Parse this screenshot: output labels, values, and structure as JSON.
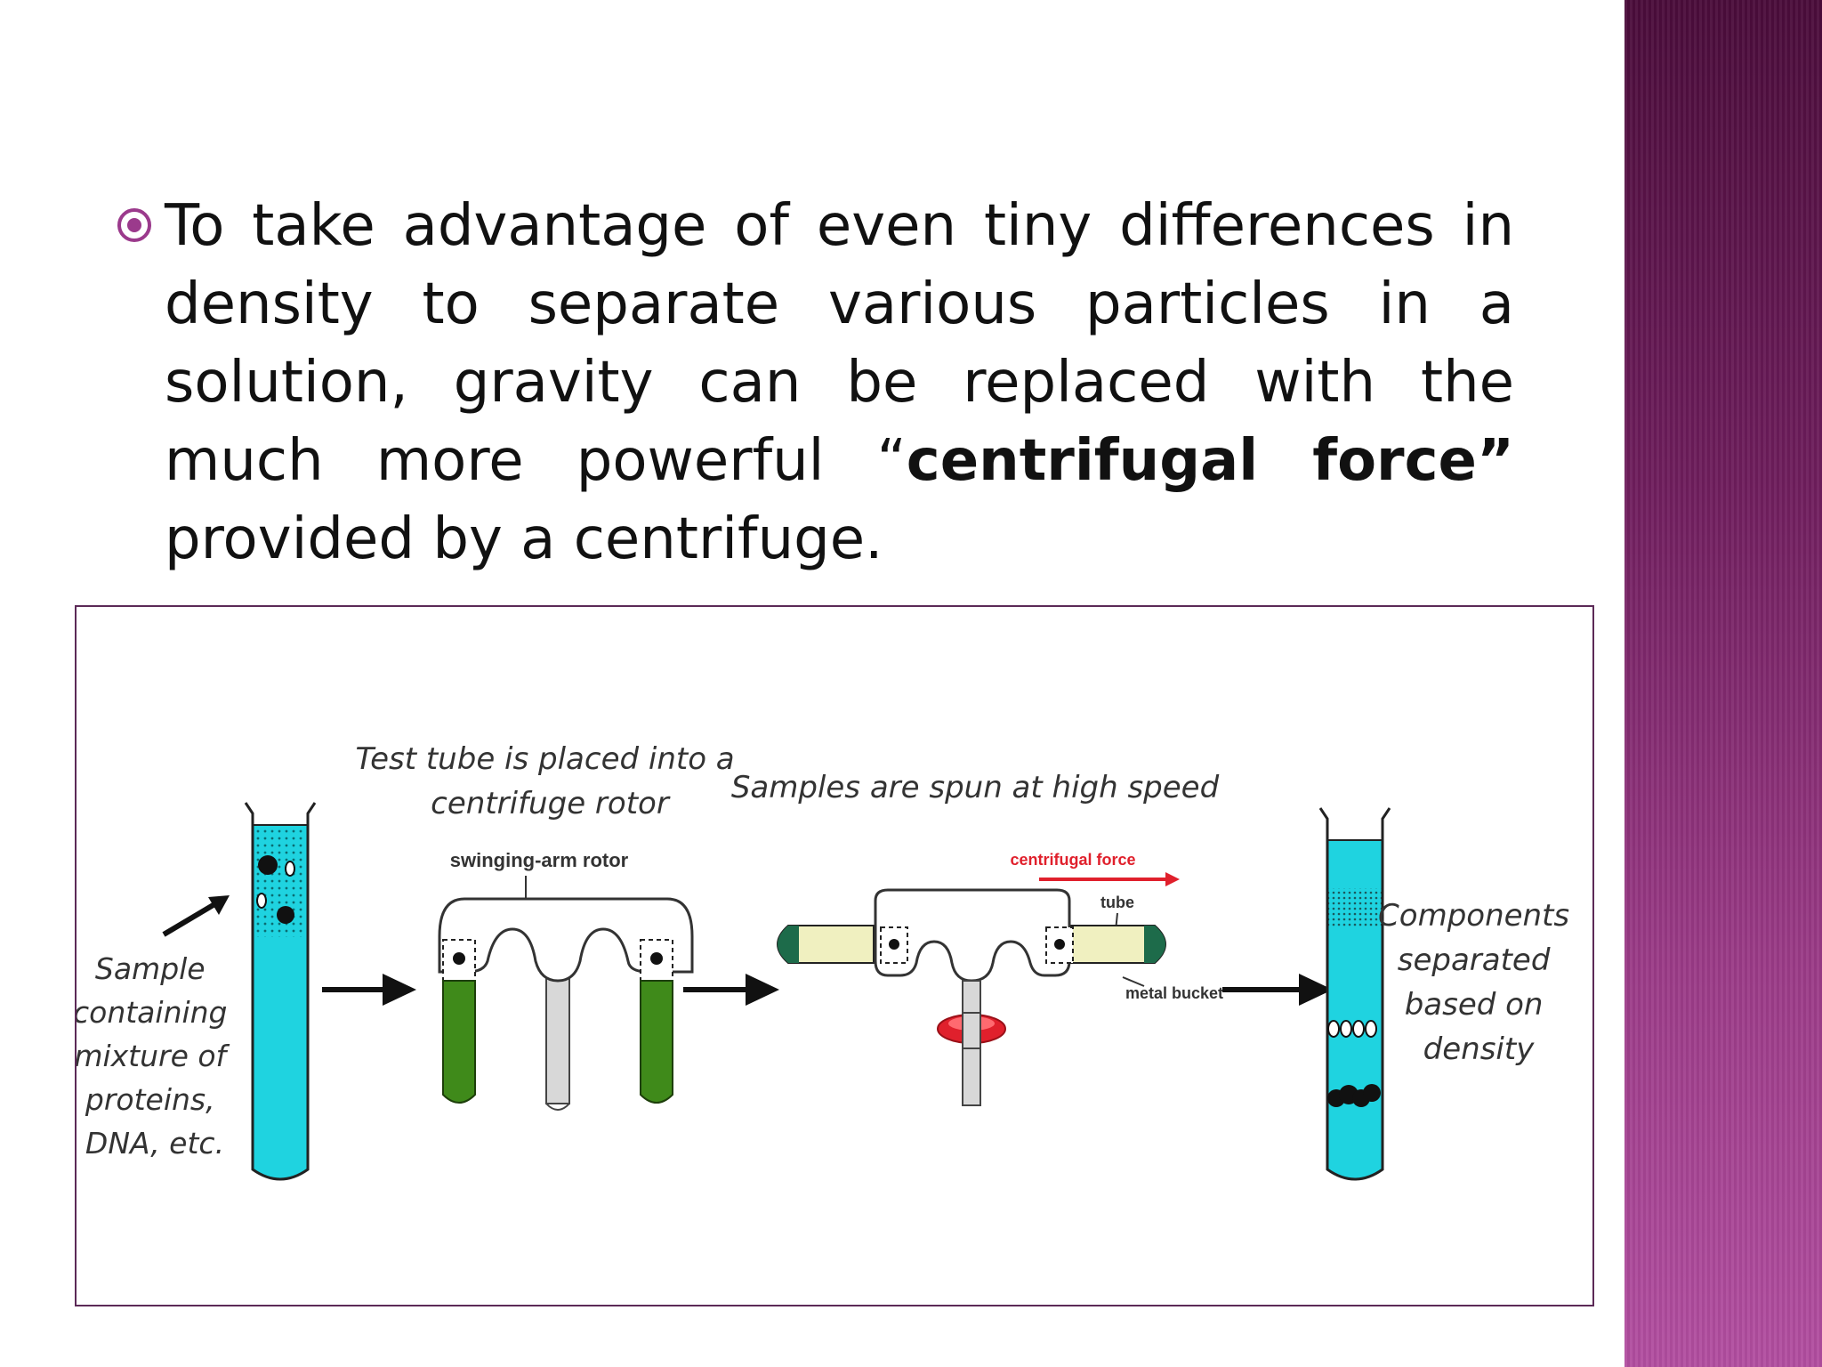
{
  "bullet": {
    "text_part1": "To take advantage of even tiny differences in density to separate various particles in a solution, gravity can be replaced with the much more powerful “",
    "text_bold": "centrifugal force”",
    "text_part2": " provided by a centrifuge."
  },
  "diagram": {
    "sample_label": [
      "Sample",
      "containing",
      "mixture of",
      "proteins,",
      "DNA, etc."
    ],
    "test_tube_label": [
      "Test tube is placed into a",
      "centrifuge rotor"
    ],
    "rotor_label": "swinging-arm rotor",
    "spin_label": "Samples are spun at high speed",
    "force_label": "centrifugal force",
    "tube_label": "tube",
    "bucket_label": "metal bucket",
    "components_label": [
      "Components",
      "separated",
      "based on",
      "density"
    ]
  },
  "colors": {
    "accent": "#9b3a8c",
    "liquid": "#1fd3e0",
    "tube_fill_green": "#3f8a1a",
    "horizontal_tube": "#f0f0c0",
    "force_arrow": "#e0202c",
    "border": "#5c2a57"
  }
}
